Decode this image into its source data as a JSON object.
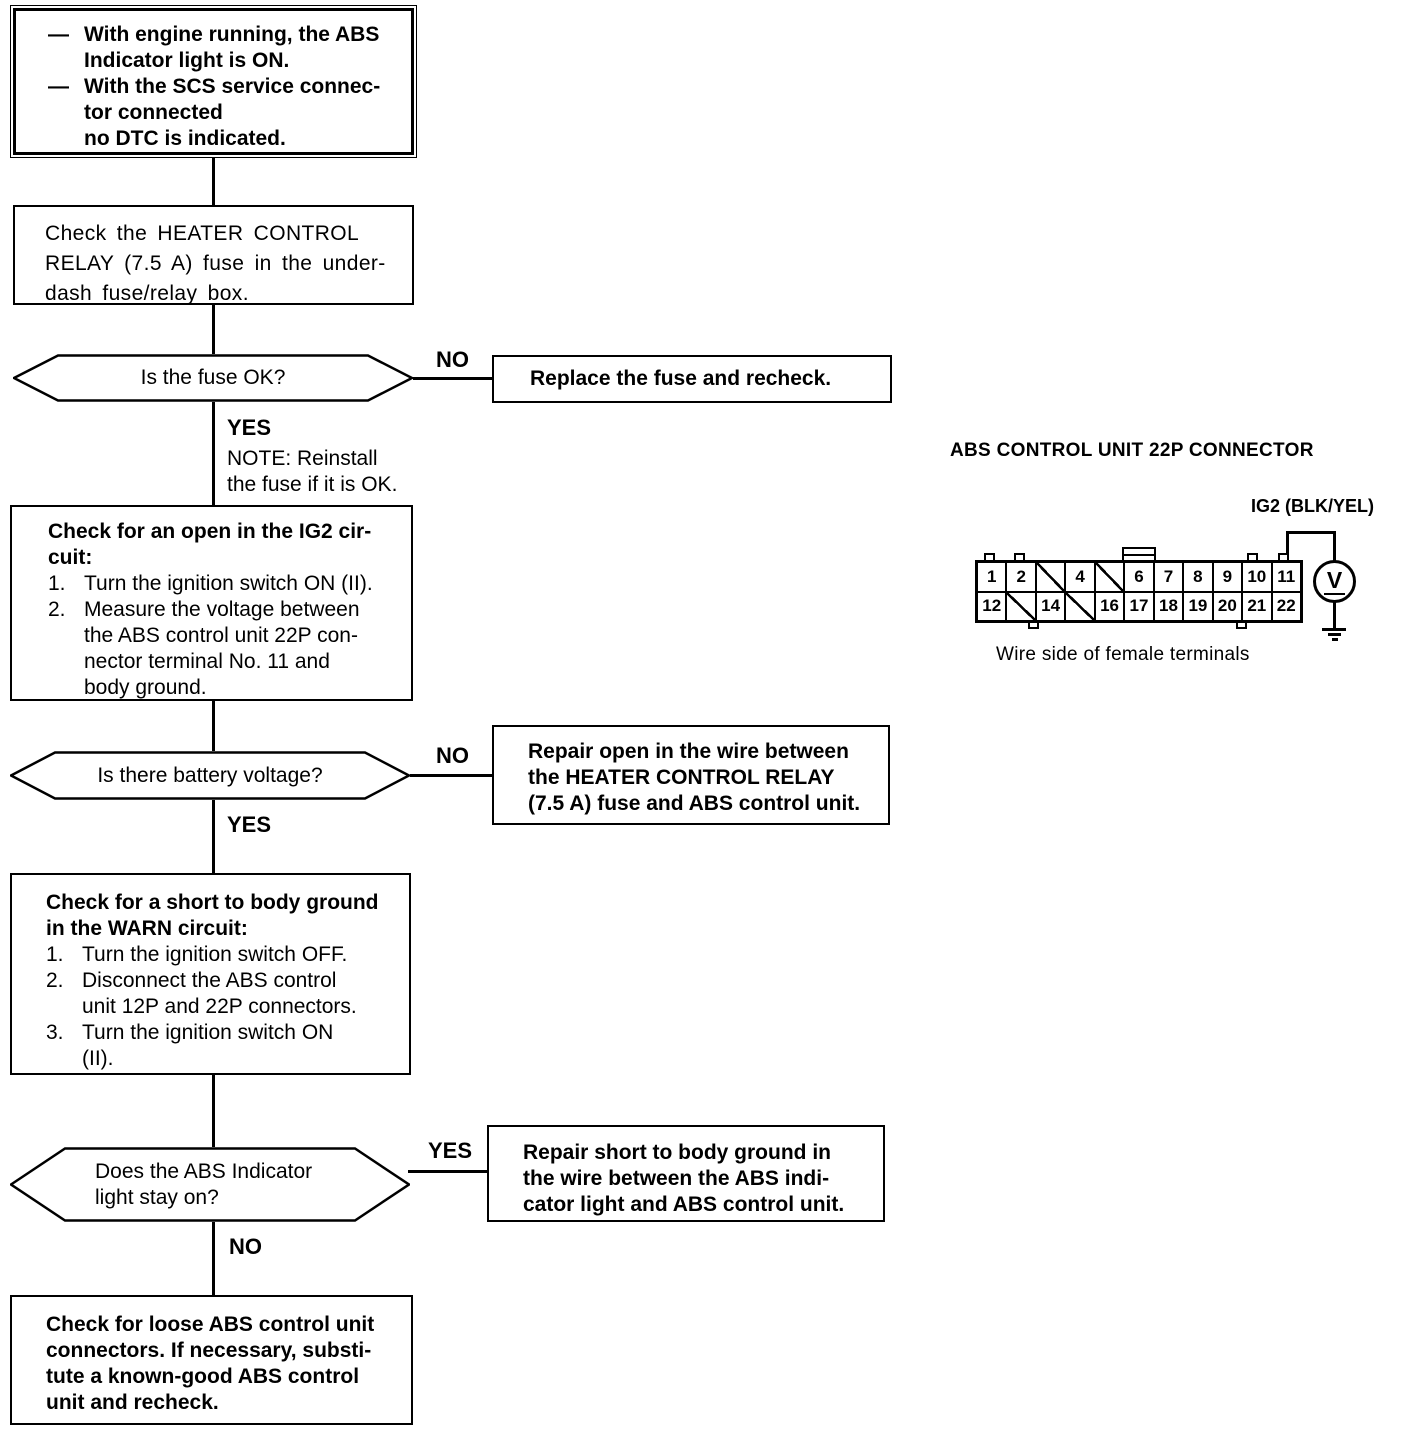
{
  "flow": {
    "bullet_char": "—",
    "start": {
      "bullets": [
        "With engine running, the ABS\nIndicator light is ON.",
        "With the SCS service connec-\ntor connected\nno DTC is indicated."
      ]
    },
    "step1": {
      "text": "Check the HEATER CONTROL\nRELAY (7.5 A) fuse in the under-\ndash fuse/relay box."
    },
    "decision1": {
      "question": "Is the fuse OK?",
      "no_label": "NO",
      "yes_label": "YES",
      "note": "NOTE: Reinstall\nthe fuse if it is OK."
    },
    "action1": {
      "text": "Replace the fuse and recheck."
    },
    "step2": {
      "title": "Check for an open in the IG2 cir-\ncuit:",
      "items": [
        {
          "num": "1.",
          "text": "Turn the ignition switch ON (II)."
        },
        {
          "num": "2.",
          "text": "Measure the voltage between\nthe ABS control unit 22P con-\nnector terminal No. 11 and\nbody ground."
        }
      ]
    },
    "decision2": {
      "question": "Is there battery voltage?",
      "no_label": "NO",
      "yes_label": "YES"
    },
    "action2": {
      "text": "Repair open in the wire between\nthe HEATER CONTROL RELAY\n(7.5 A) fuse and ABS control unit."
    },
    "step3": {
      "title": "Check for a short to body ground\nin the WARN circuit:",
      "items": [
        {
          "num": "1.",
          "text": "Turn the ignition switch OFF."
        },
        {
          "num": "2.",
          "text": "Disconnect the ABS control\nunit 12P and 22P connectors."
        },
        {
          "num": "3.",
          "text": "Turn the ignition switch ON\n(II)."
        }
      ]
    },
    "decision3": {
      "question": "Does the ABS Indicator\nlight stay on?",
      "yes_label": "YES",
      "no_label": "NO"
    },
    "action3": {
      "text": "Repair short to body ground in\nthe wire between the ABS indi-\ncator light and ABS control unit."
    },
    "step4": {
      "text": "Check for loose ABS control unit\nconnectors. If necessary, substi-\ntute a known-good ABS control\nunit and recheck."
    }
  },
  "connector": {
    "title": "ABS CONTROL UNIT 22P CONNECTOR",
    "wire_label": "IG2 (BLK/YEL)",
    "caption": "Wire side of female terminals",
    "meter_symbol": "V",
    "pins_top": [
      "1",
      "2",
      "",
      "4",
      "",
      "6",
      "7",
      "8",
      "9",
      "10",
      "11"
    ],
    "pins_bottom": [
      "12",
      "",
      "14",
      "",
      "16",
      "17",
      "18",
      "19",
      "20",
      "21",
      "22"
    ]
  },
  "colors": {
    "ink": "#000000",
    "paper": "#ffffff"
  }
}
